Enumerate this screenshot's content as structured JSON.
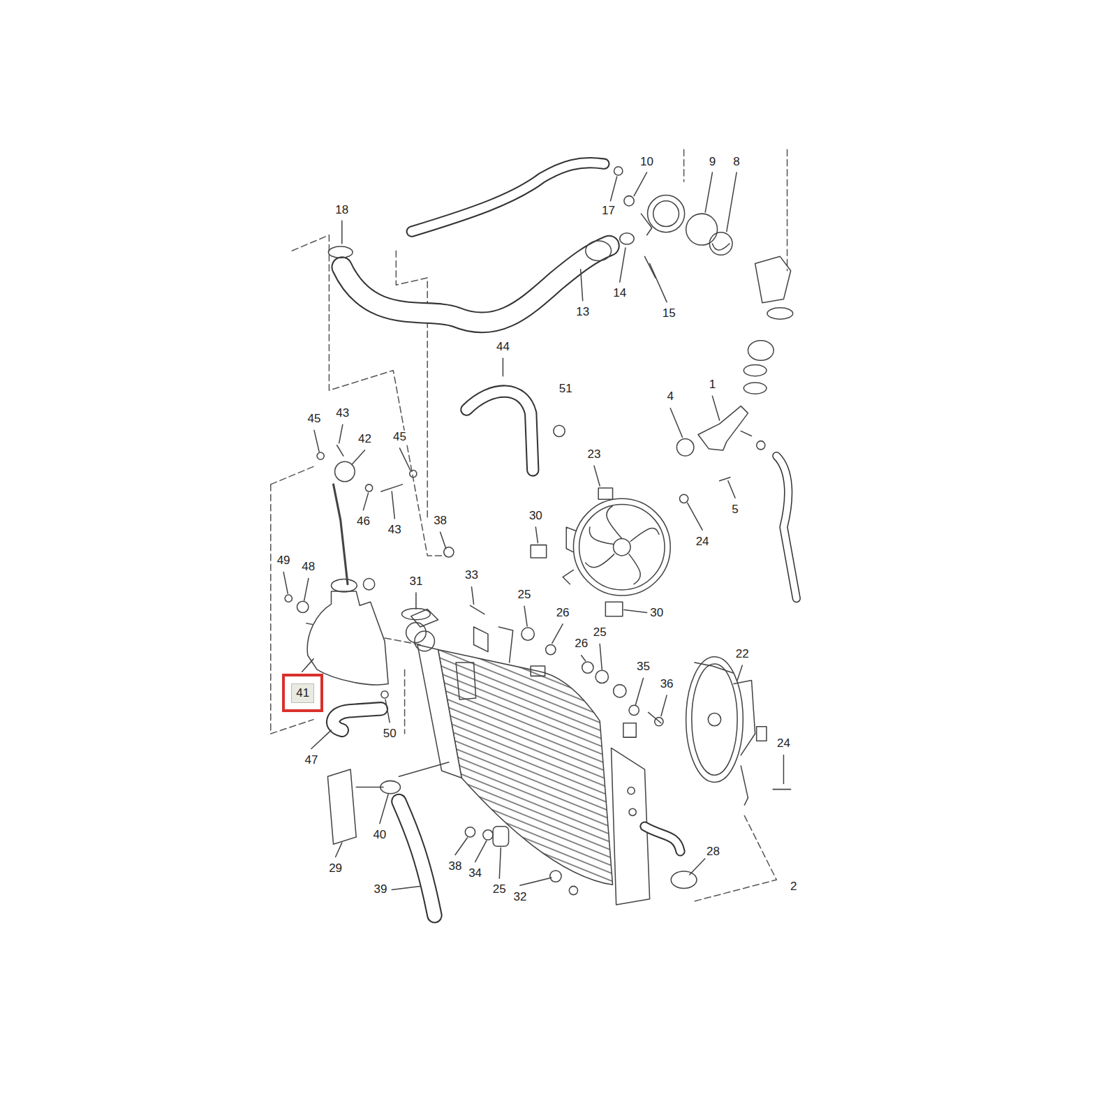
{
  "diagram": {
    "nodes": [
      {
        "text": [
          "41"
        ]
      }
    ],
    "labels": [
      "10",
      "9",
      "8",
      "18",
      "17",
      "14",
      "15",
      "13",
      "44",
      "51",
      "4",
      "1",
      "23",
      "45",
      "43",
      "42",
      "45",
      "5",
      "46",
      "43",
      "24",
      "38",
      "30",
      "49",
      "48",
      "31",
      "33",
      "25",
      "26",
      "30",
      "26",
      "25",
      "35",
      "36",
      "22",
      "47",
      "50",
      "24",
      "29",
      "40",
      "38",
      "34",
      "25",
      "32",
      "28",
      "39",
      "2"
    ]
  }
}
